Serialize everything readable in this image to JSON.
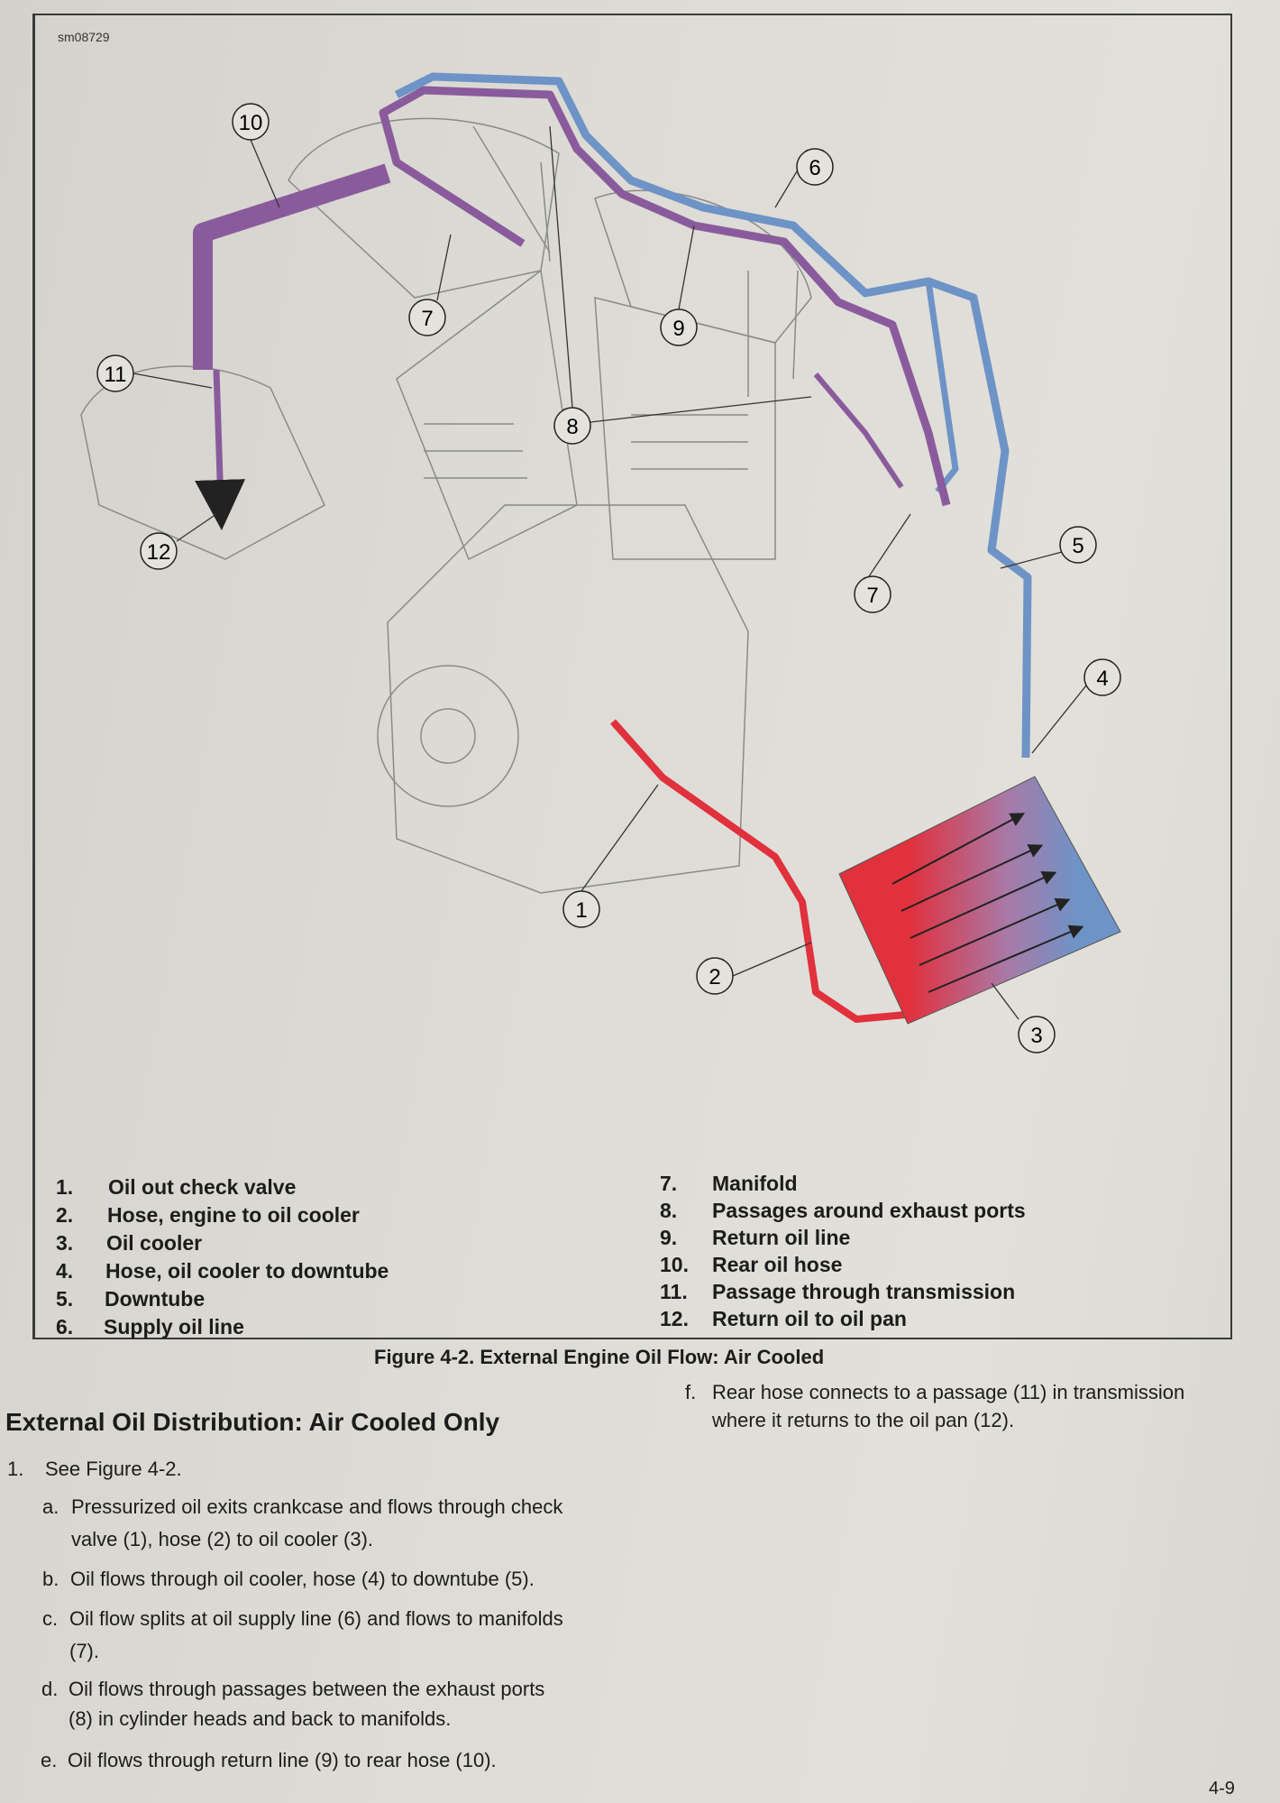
{
  "figure": {
    "id_label": "sm08729",
    "callouts": [
      "1",
      "2",
      "3",
      "4",
      "5",
      "6",
      "7",
      "7",
      "8",
      "9",
      "10",
      "11",
      "12"
    ],
    "colors": {
      "supply": "#6e93c6",
      "return": "#8a5b9c",
      "pressure": "#e0313d"
    },
    "legend_left": [
      {
        "num": "1.",
        "text": "Oil out check valve"
      },
      {
        "num": "2.",
        "text": "Hose, engine to oil cooler"
      },
      {
        "num": "3.",
        "text": "Oil cooler"
      },
      {
        "num": "4.",
        "text": "Hose, oil cooler to downtube"
      },
      {
        "num": "5.",
        "text": "Downtube"
      },
      {
        "num": "6.",
        "text": "Supply oil line"
      }
    ],
    "legend_right": [
      {
        "num": "7.",
        "text": "Manifold"
      },
      {
        "num": "8.",
        "text": "Passages around exhaust ports"
      },
      {
        "num": "9.",
        "text": "Return oil line"
      },
      {
        "num": "10.",
        "text": "Rear oil hose"
      },
      {
        "num": "11.",
        "text": "Passage through transmission"
      },
      {
        "num": "12.",
        "text": "Return oil to oil pan"
      }
    ],
    "caption": "Figure 4-2. External Engine Oil Flow: Air Cooled"
  },
  "section": {
    "heading": "External Oil Distribution: Air Cooled Only",
    "step1": {
      "num": "1.",
      "text": "See Figure 4-2."
    },
    "substeps": [
      {
        "letter": "a.",
        "lines": [
          "Pressurized oil exits crankcase and flows through check",
          "valve (1), hose (2) to oil cooler (3)."
        ]
      },
      {
        "letter": "b.",
        "lines": [
          "Oil flows through oil cooler, hose (4) to downtube (5)."
        ]
      },
      {
        "letter": "c.",
        "lines": [
          "Oil flow splits at oil supply line (6) and flows to manifolds",
          "(7)."
        ]
      },
      {
        "letter": "d.",
        "lines": [
          "Oil flows through passages between the exhaust ports",
          "(8) in cylinder heads and back to manifolds."
        ]
      },
      {
        "letter": "e.",
        "lines": [
          "Oil flows through return line (9) to rear hose (10)."
        ]
      },
      {
        "letter": "f.",
        "lines": [
          "Rear hose connects to a passage (11) in transmission",
          "where it returns to the oil pan (12)."
        ]
      }
    ]
  },
  "page_number": "4-9"
}
